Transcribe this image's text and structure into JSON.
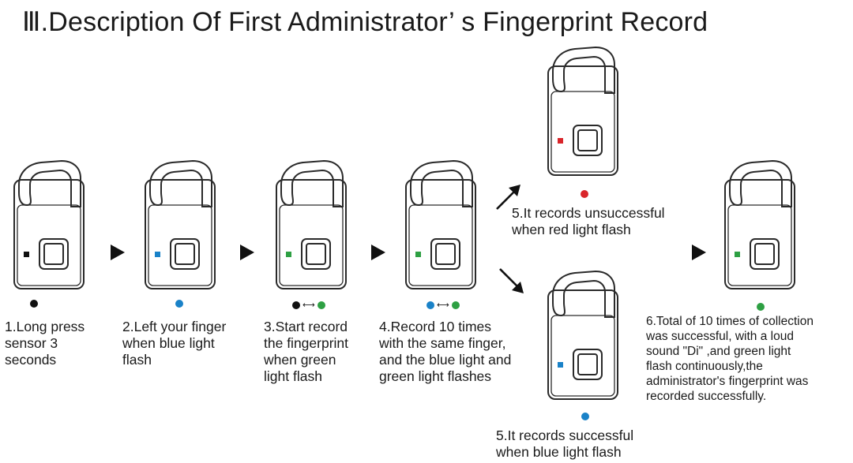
{
  "title": "Ⅲ.Description Of First Administrator’ s Fingerprint Record",
  "colors": {
    "black": "#111111",
    "blue": "#1a82c8",
    "green": "#2ea043",
    "red": "#d9252a",
    "outline": "#2a2a2a"
  },
  "steps": [
    {
      "text": "1.Long press\nsensor 3\nseconds"
    },
    {
      "text": "2.Left your finger\nwhen blue light\nflash"
    },
    {
      "text": "3.Start record\nthe fingerprint\nwhen green\nlight flash"
    },
    {
      "text": "4.Record 10 times\nwith the same finger,\nand the blue light and\ngreen light flashes"
    },
    {
      "text": "5.It records unsuccessful\n when red light flash"
    },
    {
      "text": "5.It records successful\nwhen blue light flash"
    },
    {
      "text": "6.Total of 10 times of collection\nwas successful, with a loud\nsound \"Di\" ,and green light\nflash continuously,the\nadministrator's fingerprint was\nrecorded successfully."
    }
  ],
  "pair_symbol": "⟷"
}
